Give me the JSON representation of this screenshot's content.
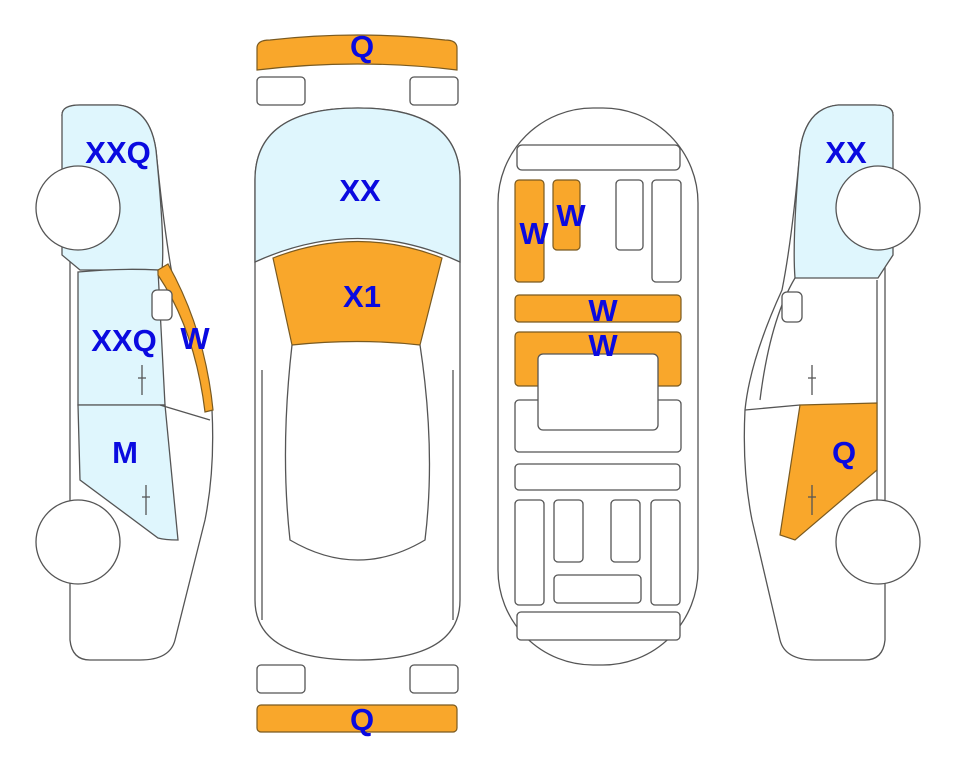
{
  "colors": {
    "damage": "#f9a72b",
    "glass": "#dff6fd",
    "label": "#0a0ae0",
    "outline": "#555555"
  },
  "left_side": {
    "labels": {
      "roof": "XXQ",
      "front_door": "XXQ",
      "pillar": "W",
      "rear_door": "M"
    }
  },
  "top_view": {
    "labels": {
      "front_bumper": "Q",
      "windshield": "XX",
      "hood": "X1",
      "rear_bumper": "Q"
    }
  },
  "underbody": {
    "labels": {
      "panel_1": "W",
      "panel_2": "W",
      "panel_3": "W",
      "panel_4": "W"
    }
  },
  "right_side": {
    "labels": {
      "roof": "XX",
      "rear_door": "Q"
    }
  }
}
